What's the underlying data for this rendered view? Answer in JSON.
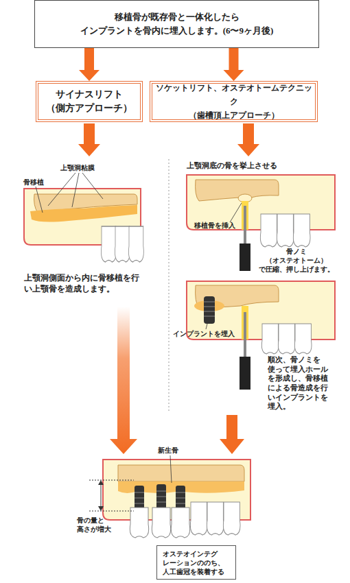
{
  "diagram": {
    "nodes": [
      {
        "text": [
          "移植骨が既存骨と一体化したら インプラントを骨内に埋入します。(6〜9ヶ月後)"
        ]
      },
      {
        "text": [
          "サイナスリフト （側方アプローチ）"
        ]
      },
      {
        "text": [
          "ソケットリフト、オステオトームテクニック （歯槽頂上アプローチ）"
        ]
      },
      {
        "text": [
          "オステオインテグ レーションののち、 人工歯冠を装着する"
        ]
      }
    ],
    "edges": [
      {
        "from": 0,
        "to": 1,
        "arrow": "to"
      },
      {
        "from": 0,
        "to": 2,
        "arrow": "to"
      }
    ],
    "labels": [
      "上顎洞粘膜",
      "骨移植",
      "上顎洞側面から内に骨移植を行 い上顎骨を造成します。",
      "上顎洞底の骨を挙上させる",
      "移植骨を挿入",
      "骨ノミ （オステオトーム） で圧縮、押し上げます。",
      "インプラントを埋入",
      "順次、骨ノミを 使って埋入ホール を形成し、骨移植 による骨造成を行 いインプラントを 埋入。",
      "新生骨",
      "骨の量と 高さが増大"
    ]
  }
}
